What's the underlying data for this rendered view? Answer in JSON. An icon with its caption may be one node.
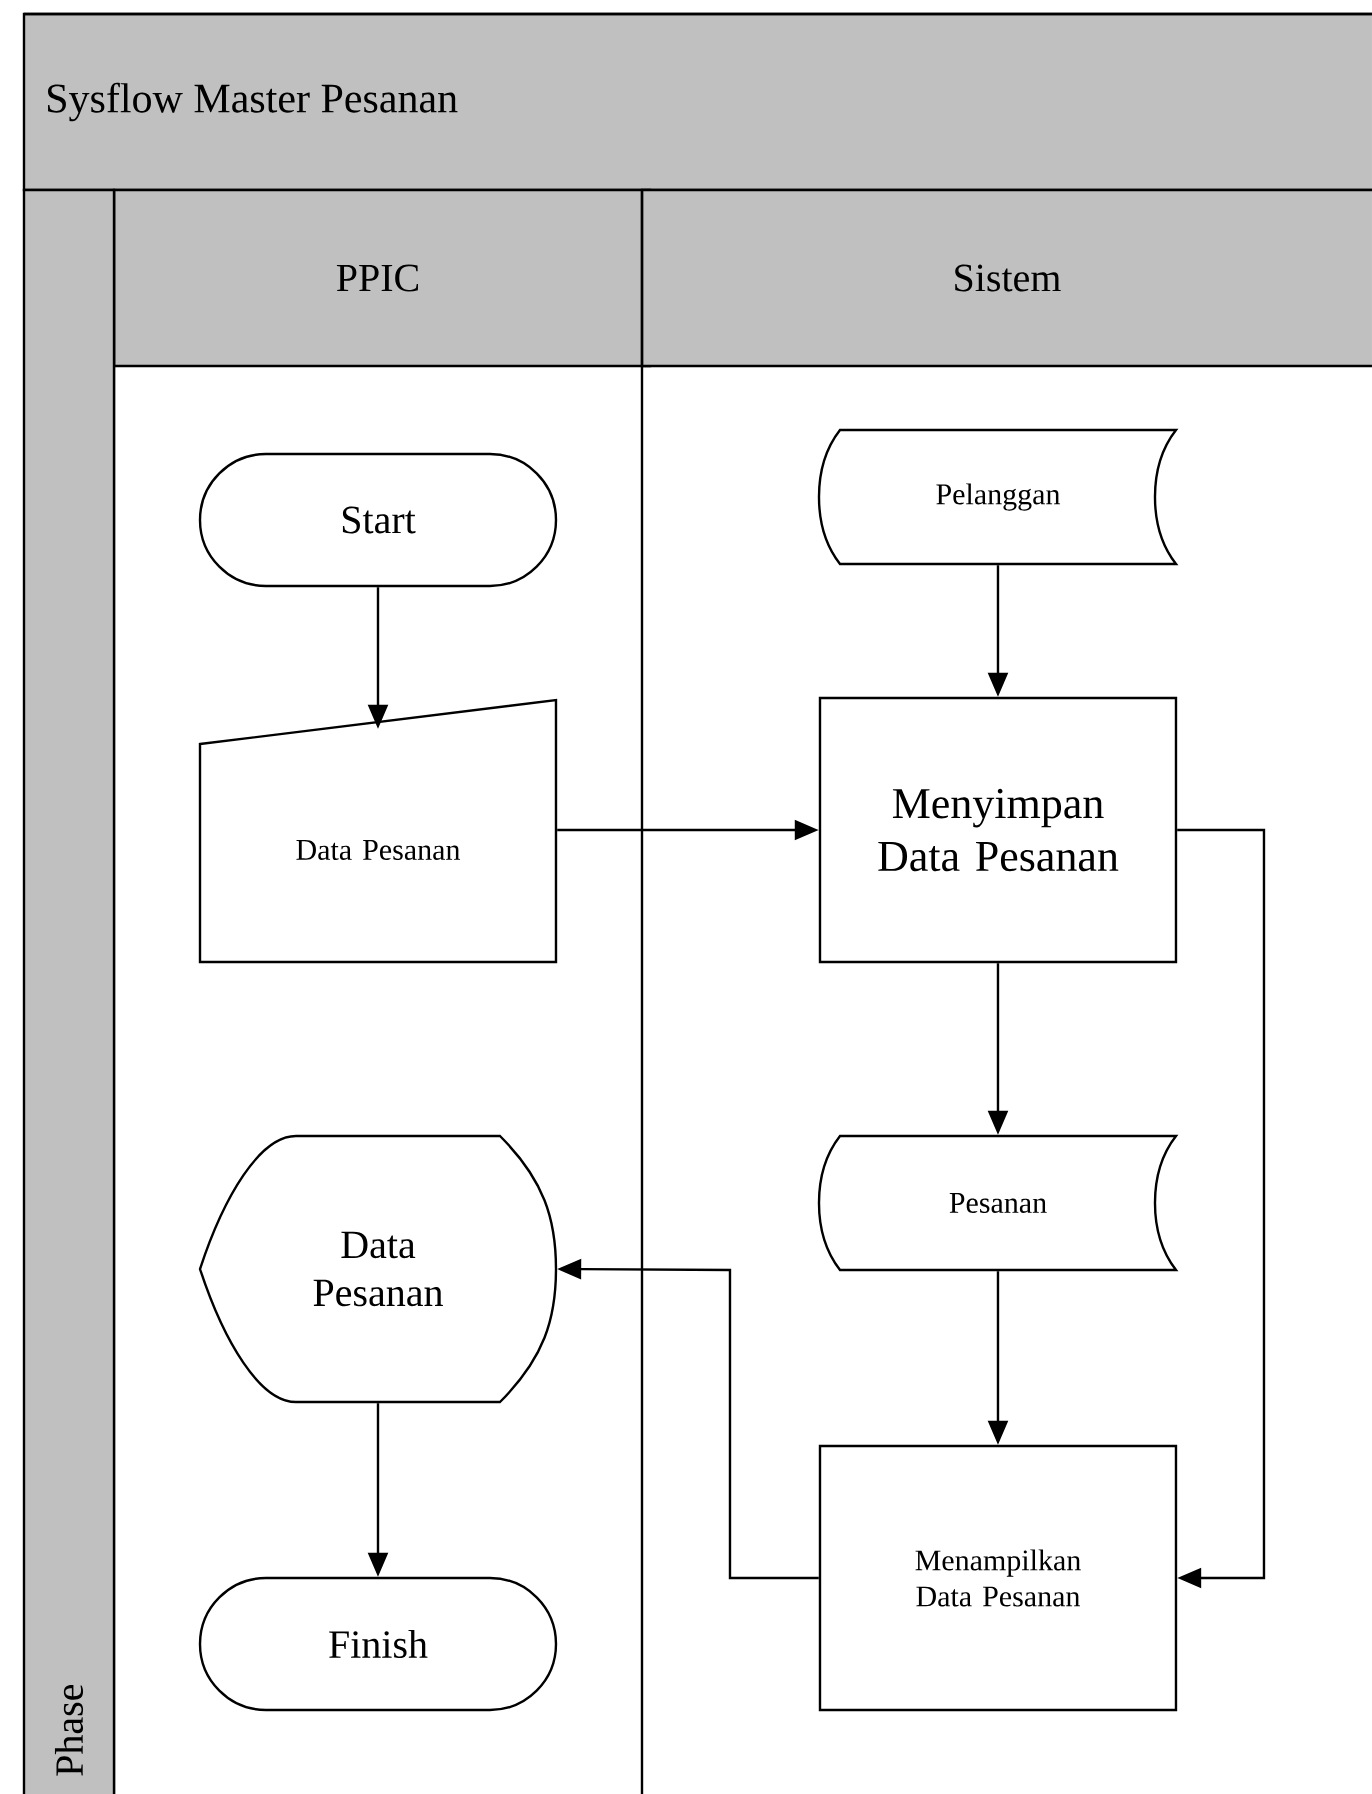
{
  "diagram": {
    "title": "Sysflow Master Pesanan",
    "nodes": [
      {
        "text": [
          "PPIC"
        ]
      },
      {
        "text": [
          "Sistem"
        ]
      },
      {
        "text": [
          "Phase"
        ]
      },
      {
        "text": [
          "Start"
        ],
        "in": 0
      },
      {
        "text": [
          "Pelanggan"
        ],
        "in": 1
      },
      {
        "text": [
          "Data Pesanan"
        ],
        "in": 0
      },
      {
        "text": [
          "Menyimpan Data Pesanan"
        ],
        "in": 1
      },
      {
        "text": [
          "Data Pesanan"
        ],
        "in": 0
      },
      {
        "text": [
          "Pesanan"
        ],
        "in": 1
      },
      {
        "text": [
          "Menampilkan Data Pesanan"
        ],
        "in": 1
      },
      {
        "text": [
          "Finish"
        ],
        "in": 0
      }
    ],
    "edges": [
      {
        "from": 3,
        "to": 5,
        "arrow": "to"
      },
      {
        "from": 4,
        "to": 6,
        "arrow": "to"
      },
      {
        "from": 5,
        "to": 6,
        "arrow": "to"
      },
      {
        "from": 6,
        "to": 8,
        "arrow": "to"
      },
      {
        "from": 6,
        "to": 9,
        "arrow": "to"
      },
      {
        "from": 8,
        "to": 9,
        "arrow": "to"
      },
      {
        "from": 9,
        "to": 7,
        "arrow": "to"
      },
      {
        "from": 7,
        "to": 10,
        "arrow": "to"
      }
    ]
  }
}
